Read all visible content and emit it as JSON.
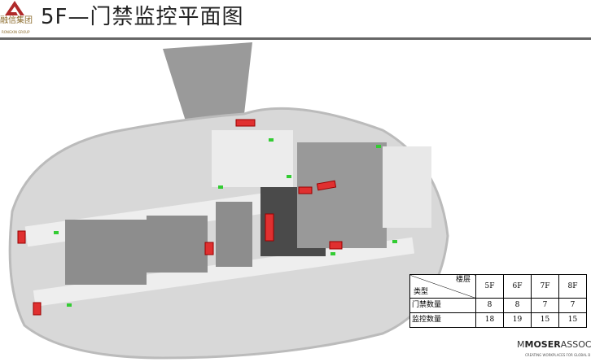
{
  "header": {
    "logo_text": "融信集团",
    "logo_sub": "RONGXIN GROUP",
    "title": "5F—门禁监控平面图"
  },
  "table": {
    "corner_top": "楼层",
    "corner_bottom": "类型",
    "floors": [
      "5F",
      "6F",
      "7F",
      "8F"
    ],
    "rows": [
      {
        "label": "门禁数量",
        "values": [
          "8",
          "8",
          "7",
          "7"
        ]
      },
      {
        "label": "监控数量",
        "values": [
          "18",
          "19",
          "15",
          "15"
        ]
      }
    ]
  },
  "footer": {
    "brand_bold": "MOSER",
    "brand_prefix": "M",
    "brand_suffix": "ASSOCIAT",
    "tagline": "CREATING WORKPLACES FOR GLOBAL B"
  },
  "colors": {
    "marker": "#e03030",
    "accent": "#b02a2a"
  }
}
